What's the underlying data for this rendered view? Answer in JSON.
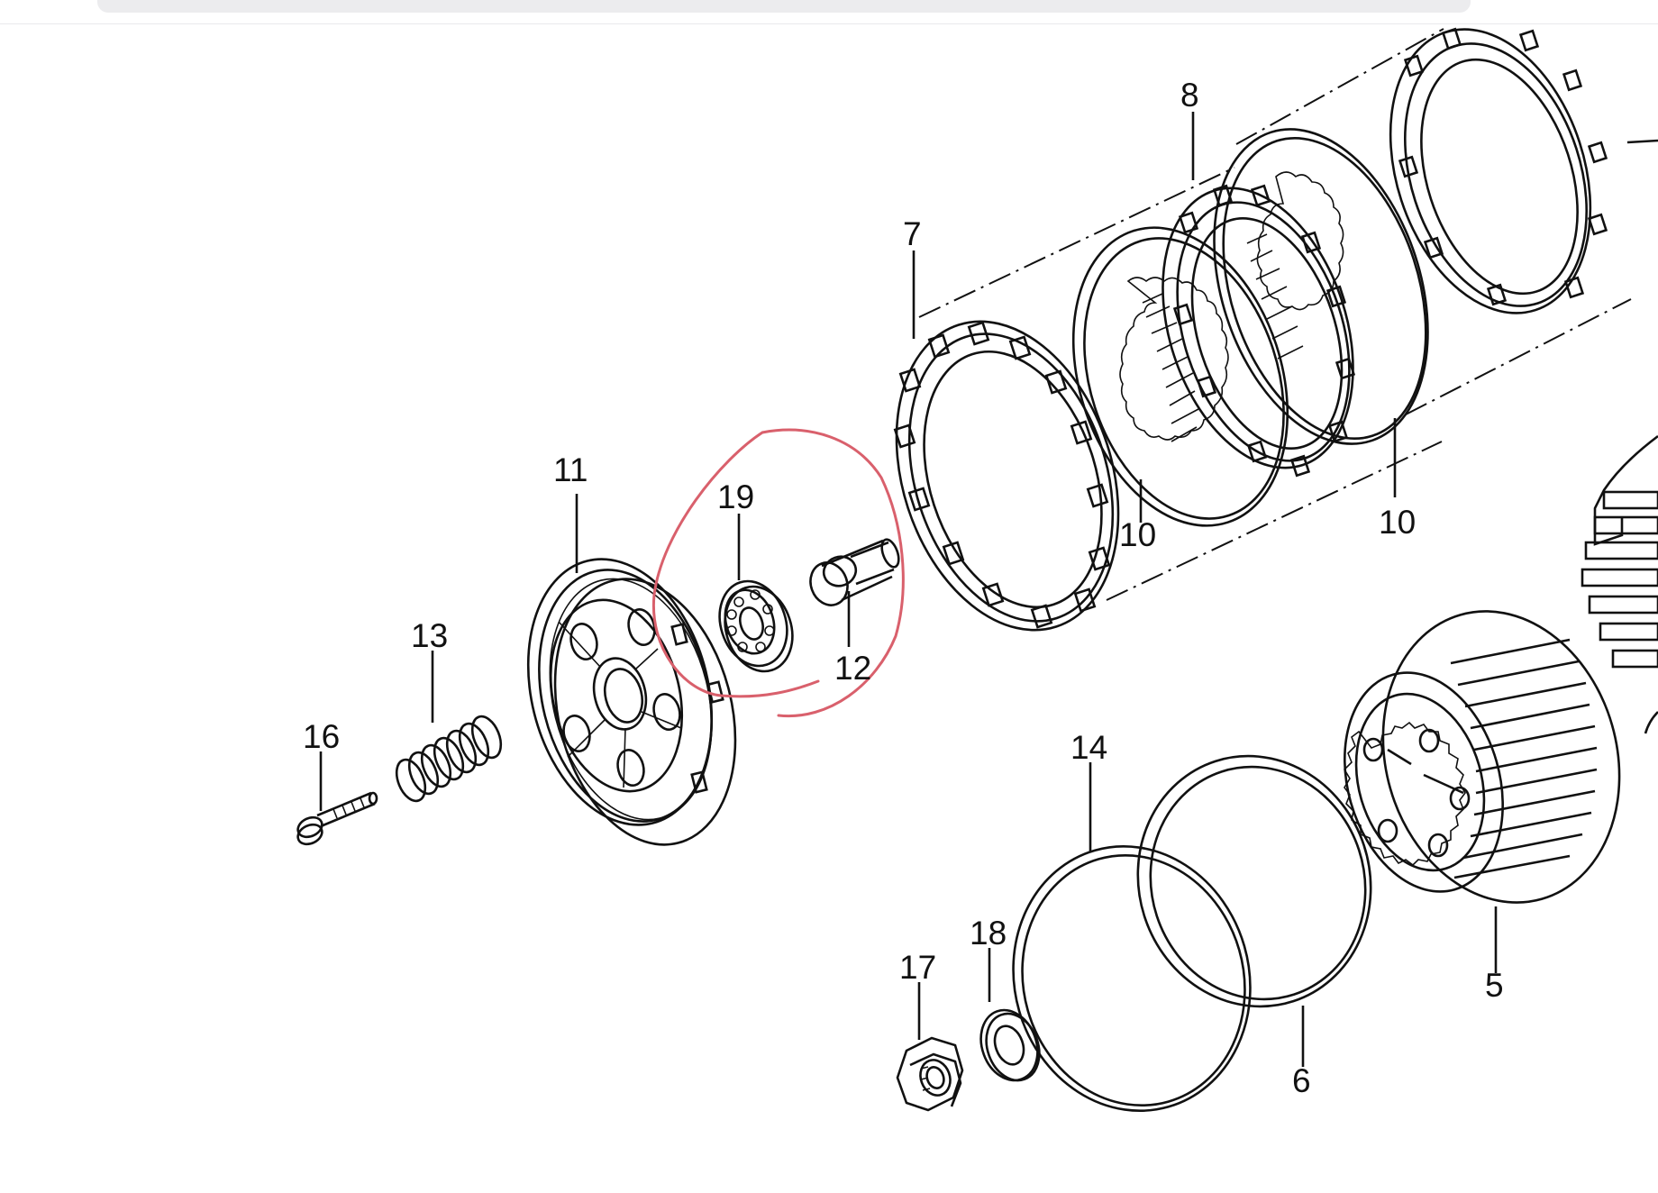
{
  "diagram": {
    "part_numbers": {
      "p5": "5",
      "p6": "6",
      "p7": "7",
      "p8": "8",
      "p10a": "10",
      "p10b": "10",
      "p11": "11",
      "p12": "12",
      "p13": "13",
      "p14": "14",
      "p16": "16",
      "p17": "17",
      "p18": "18",
      "p19": "19"
    },
    "highlight_color": "#d9606c",
    "ink_color": "#111111"
  }
}
